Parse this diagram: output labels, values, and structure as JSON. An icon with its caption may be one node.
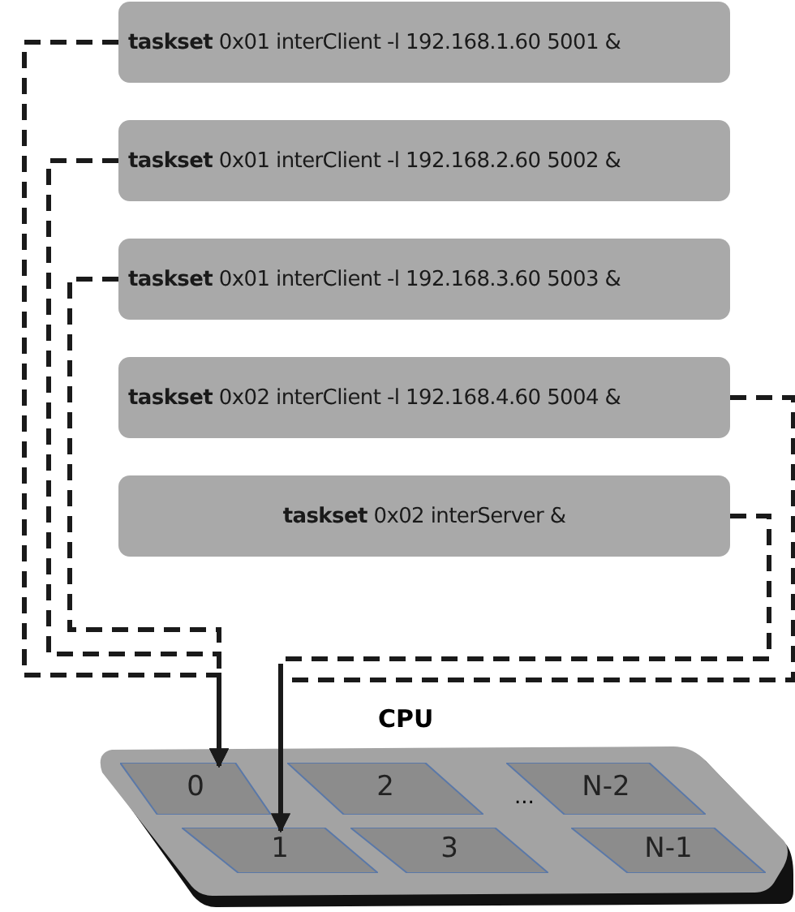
{
  "diagram": {
    "nodes": [
      {
        "text": [
          "**taskset** 0x01 interClient -l 192.168.1.60 5001 &"
        ]
      },
      {
        "text": [
          "**taskset** 0x01 interClient -l 192.168.2.60 5002 &"
        ]
      },
      {
        "text": [
          "**taskset** 0x01 interClient -l 192.168.3.60 5003 &"
        ]
      },
      {
        "text": [
          "**taskset** 0x02 interClient -l 192.168.4.60 5004 &"
        ]
      },
      {
        "text": [
          "**taskset** 0x02 interServer &"
        ]
      },
      {
        "text": [
          "CPU"
        ]
      },
      {
        "text": [
          "0"
        ],
        "in": 5
      },
      {
        "text": [
          "2"
        ],
        "in": 5
      },
      {
        "text": [
          "N-2"
        ],
        "in": 5
      },
      {
        "text": [
          "1"
        ],
        "in": 5
      },
      {
        "text": [
          "3"
        ],
        "in": 5
      },
      {
        "text": [
          "N-1"
        ],
        "in": 5
      }
    ],
    "edges": [
      {
        "from": 0,
        "to": 6,
        "arrow": "to",
        "style": "dashed"
      },
      {
        "from": 1,
        "to": 6,
        "arrow": "to",
        "style": "dashed"
      },
      {
        "from": 2,
        "to": 6,
        "arrow": "to",
        "style": "dashed"
      },
      {
        "from": 3,
        "to": 9,
        "arrow": "to",
        "style": "dashed"
      },
      {
        "from": 4,
        "to": 9,
        "arrow": "to",
        "style": "dashed"
      }
    ],
    "labels": [
      "..."
    ]
  }
}
